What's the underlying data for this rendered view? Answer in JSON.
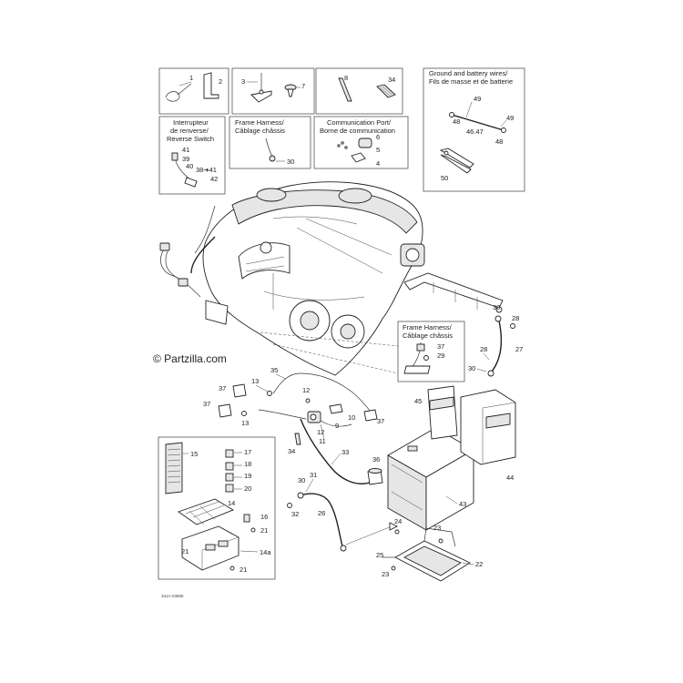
{
  "watermark": "© Partzilla.com",
  "drawing_ref": "331A-0386b",
  "insets": {
    "ground_battery": [
      "Ground and battery wires/",
      "Fils de masse et de batterie"
    ],
    "reverse_switch": [
      "Interrupteur",
      "de renverse/",
      "Reverse Switch"
    ],
    "frame_harness_top": [
      "Frame Harness/",
      "Câblage châssis"
    ],
    "communication_port": [
      "Communication Port/",
      "Borne de communication"
    ],
    "frame_harness_right": [
      "Frame Harness/",
      "Câblage châssis"
    ]
  },
  "callouts": {
    "c1": "1",
    "c2": "2",
    "c3": "3",
    "c7": "7",
    "c8": "8",
    "c34a": "34",
    "c49a": "49",
    "c48a": "48",
    "c49b": "49",
    "c4647": "46.47",
    "c48b": "48",
    "c50": "50",
    "c41a": "41",
    "c39": "39",
    "c40": "40",
    "c3841": "38➔41",
    "c42": "42",
    "c30a": "30",
    "c6": "6",
    "c5": "5",
    "c4": "4",
    "c30b": "30",
    "c28a": "28",
    "c37a": "37",
    "c29": "29",
    "c28b": "28",
    "c27": "27",
    "c30c": "30",
    "c35": "35",
    "c37b": "37",
    "c13a": "13",
    "c12a": "12",
    "c37c": "37",
    "c13b": "13",
    "c10": "10",
    "c9": "9",
    "c12b": "12",
    "c11": "11",
    "c37d": "37",
    "c45": "45",
    "c15": "15",
    "c17": "17",
    "c18": "18",
    "c19": "19",
    "c20": "20",
    "c14": "14",
    "c16": "16",
    "c21a": "21",
    "c21b": "21",
    "c14a": "14a",
    "c21c": "21",
    "c34b": "34",
    "c33": "33",
    "c36": "36",
    "c30d": "30",
    "c31": "31",
    "c32": "32",
    "c26": "26",
    "c43": "43",
    "c44": "44",
    "c24": "24",
    "c23a": "23",
    "c25": "25",
    "c22": "22",
    "c23b": "23"
  },
  "icons": [
    "cable-tie-icon",
    "clip-icon",
    "ring-terminal-icon",
    "push-rivet-icon",
    "tape-icon",
    "sleeve-icon",
    "battery-icon",
    "fuse-box-icon",
    "engine-icon"
  ]
}
